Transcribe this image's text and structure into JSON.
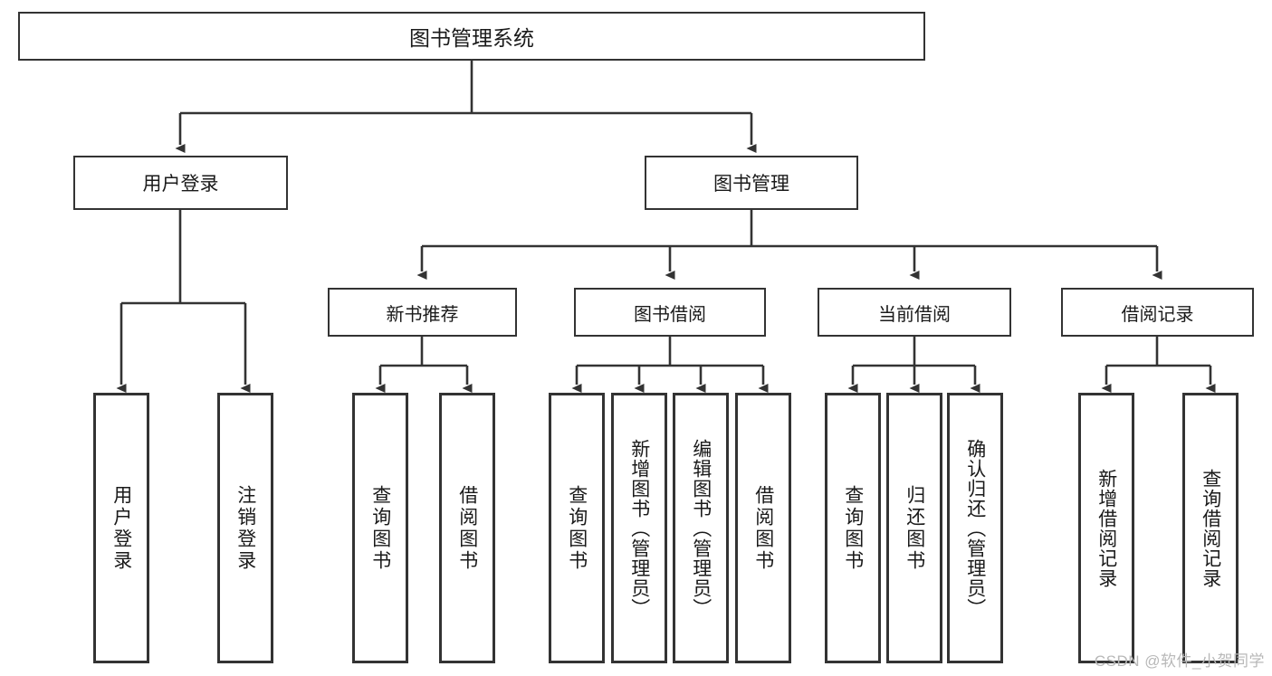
{
  "diagram": {
    "title": "图书管理系统",
    "type": "tree",
    "watermark": "CSDN @软件_小贺同学",
    "colors": {
      "background": "#ffffff",
      "box_border": "#333333",
      "box_fill": "#ffffff",
      "connector": "#333333",
      "text": "#1a1a1a",
      "watermark": "#b8b8b8"
    }
  },
  "root": {
    "label": "图书管理系统"
  },
  "level1": [
    {
      "label": "用户登录"
    },
    {
      "label": "图书管理"
    }
  ],
  "level2": [
    {
      "label": "新书推荐"
    },
    {
      "label": "图书借阅"
    },
    {
      "label": "当前借阅"
    },
    {
      "label": "借阅记录"
    }
  ],
  "leaves": {
    "user_login": [
      {
        "label": "用户登录"
      },
      {
        "label": "注销登录"
      }
    ],
    "new_book_recommend": [
      {
        "label": "查询图书"
      },
      {
        "label": "借阅图书"
      }
    ],
    "book_borrow": [
      {
        "label": "查询图书"
      },
      {
        "label": "新增图书（管理员）"
      },
      {
        "label": "编辑图书（管理员）"
      },
      {
        "label": "借阅图书"
      }
    ],
    "current_borrow": [
      {
        "label": "查询图书"
      },
      {
        "label": "归还图书"
      },
      {
        "label": "确认归还（管理员）"
      }
    ],
    "borrow_record": [
      {
        "label": "新增借阅记录"
      },
      {
        "label": "查询借阅记录"
      }
    ]
  }
}
